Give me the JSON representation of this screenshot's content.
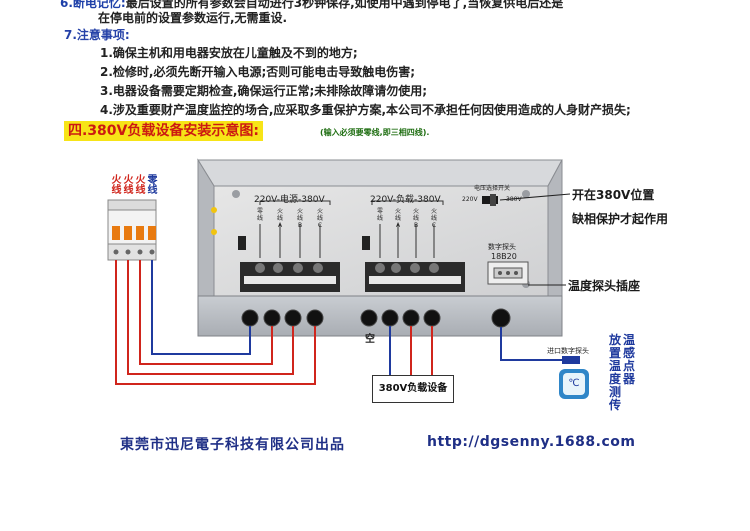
{
  "top_text": {
    "label": "6.断电记忆:",
    "text": "最后设置的所有参数会自动进行3秒钟保存,如使用中遇到停电了,当恢复供电后还是",
    "continuation": "在停电前的设置参数运行,无需重设."
  },
  "notes": {
    "title": "7.注意事项:",
    "items": [
      "1.确保主机和用电器安放在儿童触及不到的地方;",
      "2.检修时,必须先断开输入电源;否则可能电击导致触电伤害;",
      "3.电器设备需要定期检查,确保运行正常;未排除故障请勿使用;",
      "4.涉及重要财产温度监控的场合,应采取多重保护方案,本公司不承担任何因使用造成的人身财产损失;"
    ]
  },
  "section": {
    "title": "四.380V负载设备安装示意图:",
    "note": "(输入必须要零线,即三相四线)."
  },
  "breaker": {
    "labels": [
      "火线",
      "火线",
      "火线",
      "零线"
    ]
  },
  "panel": {
    "left_block_label": "220V-电源-380V",
    "right_block_label": "220V-负载-380V",
    "left_terminals": [
      "零线",
      "火线A",
      "火线B",
      "火线C"
    ],
    "right_terminals": [
      "零线",
      "火线A",
      "火线B",
      "火线C"
    ],
    "switch_title": "电压选择开关",
    "switch_left": "220V",
    "switch_right": "380V",
    "probe_title": "数字探头",
    "probe_model": "18B20"
  },
  "callouts": {
    "switch_position": "开在380V位置",
    "phase_protection": "缺相保护才起作用",
    "probe_socket": "温度探头插座"
  },
  "empty_label": "空",
  "load_device": "380V负载设备",
  "probe": {
    "cable_label": "进口数字探头",
    "thermo_symbol": "℃",
    "columns": [
      "放置",
      "温度",
      "测传",
      "温感",
      "点器"
    ]
  },
  "footer": {
    "company": "東莞市迅尼電子科技有限公司出品",
    "url": "http://dgsenny.1688.com"
  },
  "colors": {
    "wire_red": "#d0251c",
    "wire_blue": "#1f3a9e",
    "banner_bg": "#f7e417",
    "banner_text": "#cc1a12",
    "heading_blue": "#2541a8",
    "breaker_orange": "#e87a10"
  }
}
